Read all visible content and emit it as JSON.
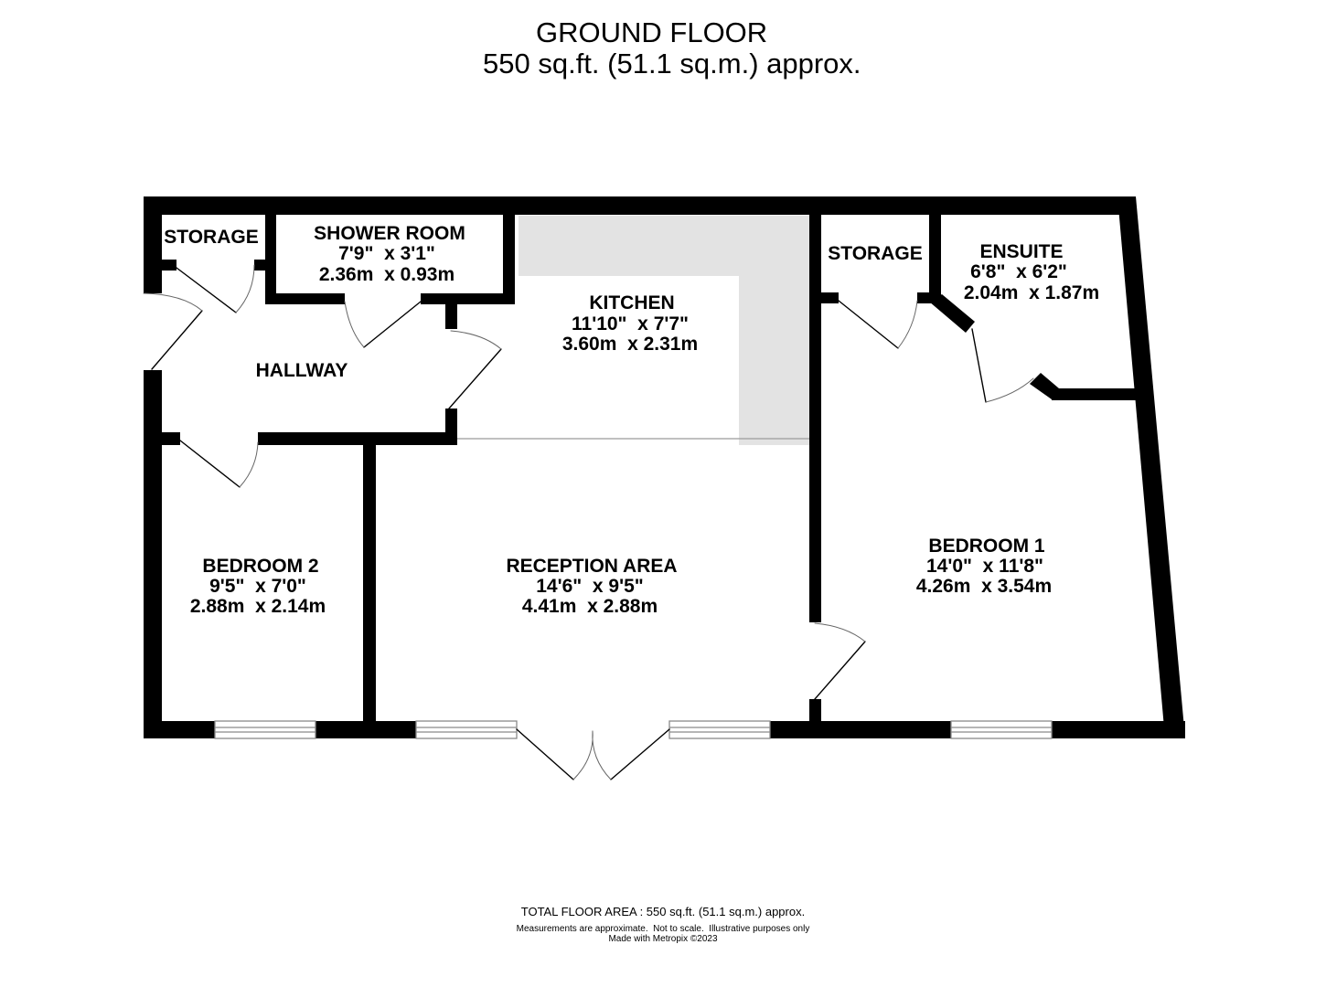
{
  "header": {
    "title": "GROUND FLOOR",
    "area": "550 sq.ft. (51.1 sq.m.) approx."
  },
  "rooms": {
    "storage_left": {
      "name": "STORAGE"
    },
    "shower_room": {
      "name": "SHOWER ROOM",
      "imperial": "7'9\"  x 3'1\"",
      "metric": "2.36m  x 0.93m"
    },
    "kitchen": {
      "name": "KITCHEN",
      "imperial": "11'10\"  x 7'7\"",
      "metric": "3.60m  x 2.31m"
    },
    "hallway": {
      "name": "HALLWAY"
    },
    "storage_right": {
      "name": "STORAGE"
    },
    "ensuite": {
      "name": "ENSUITE",
      "imperial": "6'8\"  x 6'2\"",
      "metric": "2.04m  x 1.87m"
    },
    "bedroom_2": {
      "name": "BEDROOM 2",
      "imperial": "9'5\"  x 7'0\"",
      "metric": "2.88m  x 2.14m"
    },
    "reception_area": {
      "name": "RECEPTION AREA",
      "imperial": "14'6\"  x 9'5\"",
      "metric": "4.41m  x 2.88m"
    },
    "bedroom_1": {
      "name": "BEDROOM 1",
      "imperial": "14'0\"  x 11'8\"",
      "metric": "4.26m  x 3.54m"
    }
  },
  "colors": {
    "wall": "#000000",
    "counter": "#e3e3e3",
    "door": "#666666",
    "window": "#8a8a8a"
  },
  "footer": {
    "total_area": "TOTAL FLOOR AREA : 550 sq.ft. (51.1 sq.m.) approx.",
    "disclaimer": "Measurements are approximate.  Not to scale.  Illustrative purposes only",
    "credit": "Made with Metropix ©2023"
  }
}
